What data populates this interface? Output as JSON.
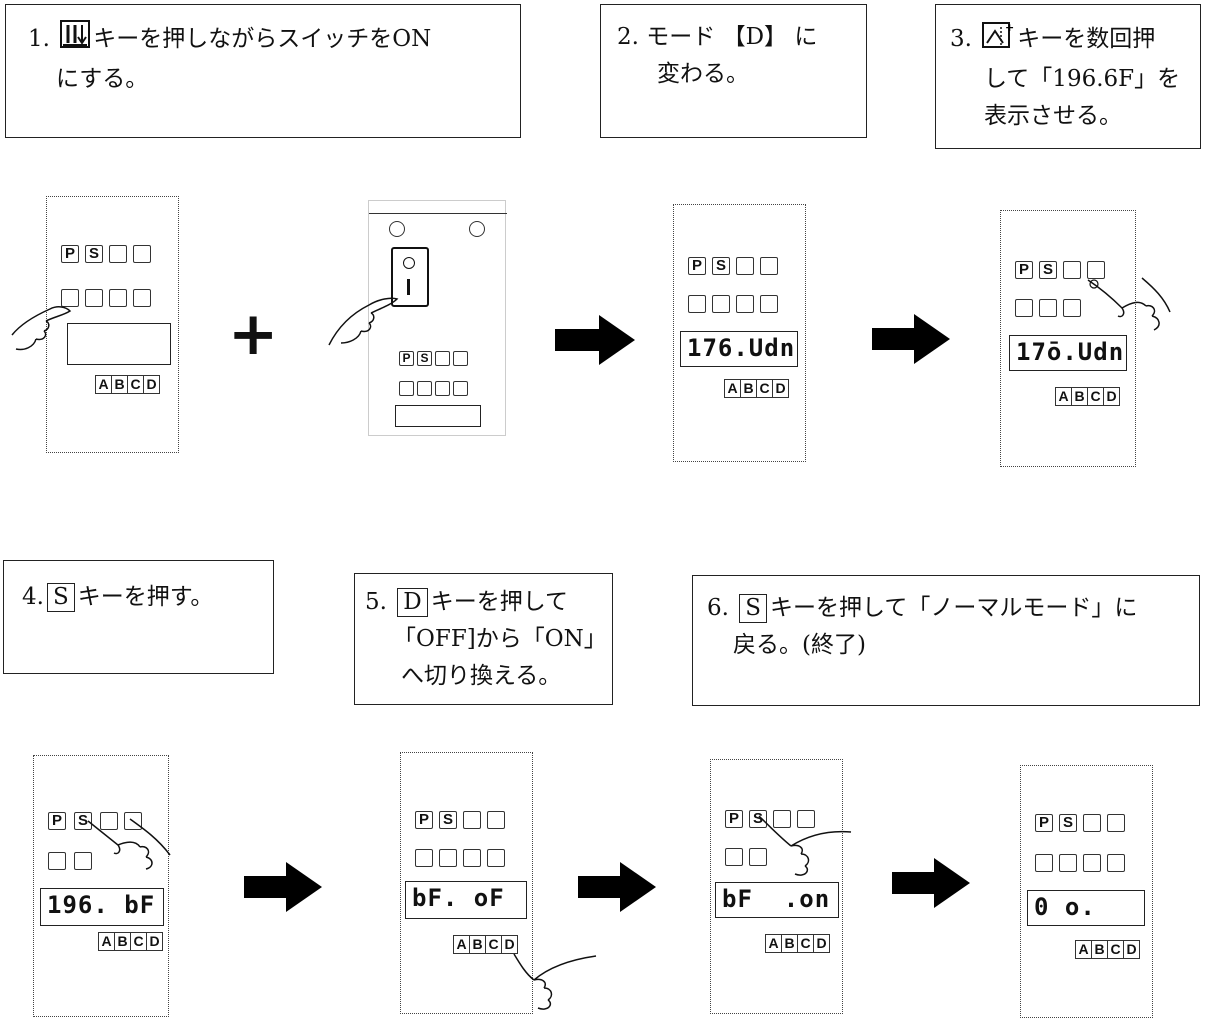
{
  "steps": [
    {
      "num": "1.",
      "text_a": "キーを押しながらスイッチをON",
      "text_b": "にする。",
      "icon": "needle-updown-key-icon"
    },
    {
      "num": "2.",
      "text_a": "モード 【D】 に",
      "text_b": "変わる。"
    },
    {
      "num": "3.",
      "text_a": "キーを数回押",
      "text_b": "して「196.6F」を",
      "text_c": "表示させる。",
      "icon": "slow-start-key-icon"
    },
    {
      "num": "4.",
      "key": "S",
      "text_a": "キーを押す。"
    },
    {
      "num": "5.",
      "key": "D",
      "text_a": "キーを押して",
      "text_b": "「OFF]から「ON」",
      "text_c": "へ切り換える。"
    },
    {
      "num": "6.",
      "key": "S",
      "text_a": "キーを押して「ノーマルモード」に",
      "text_b": "戻る。(終了)"
    }
  ],
  "plus_sign": "+",
  "keys": {
    "p": "P",
    "s": "S"
  },
  "abcd": [
    "A",
    "B",
    "C",
    "D"
  ],
  "displays": {
    "panel3": "176.Udn",
    "panel4": "17ō.Udn",
    "panel5": "196. bF",
    "panel6": "bF. oF",
    "panel7": "bF  .on",
    "panel8": "0 o."
  },
  "colors": {
    "ink": "#111111",
    "arrow": "#000000"
  }
}
